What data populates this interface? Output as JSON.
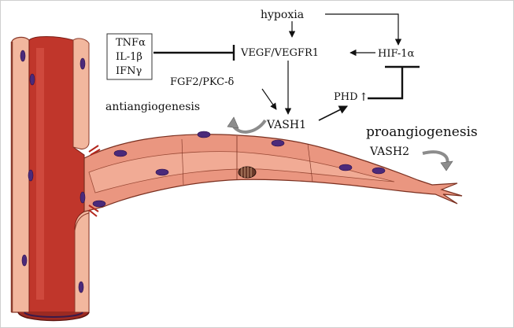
{
  "diagram": {
    "colors": {
      "vessel_lumen": "#c0362b",
      "vessel_wall": "#f2b79e",
      "sprout": "#ea9680",
      "nucleus": "#4b2a7a",
      "arrow": "#111111"
    },
    "labels": {
      "hypoxia": "hypoxia",
      "cytokine_1": "TNFα",
      "cytokine_2": "IL-1β",
      "cytokine_3": "IFNγ",
      "vegf": "VEGF/VEGFR1",
      "hif": "HIF-1α",
      "fgf": "FGF2/PKC-δ",
      "phd": "PHD",
      "phd_arrow": "↑",
      "antiangiogenesis": "antiangiogenesis",
      "vash1": "VASH1",
      "proangiogenesis": "proangiogenesis",
      "vash2": "VASH2"
    }
  }
}
